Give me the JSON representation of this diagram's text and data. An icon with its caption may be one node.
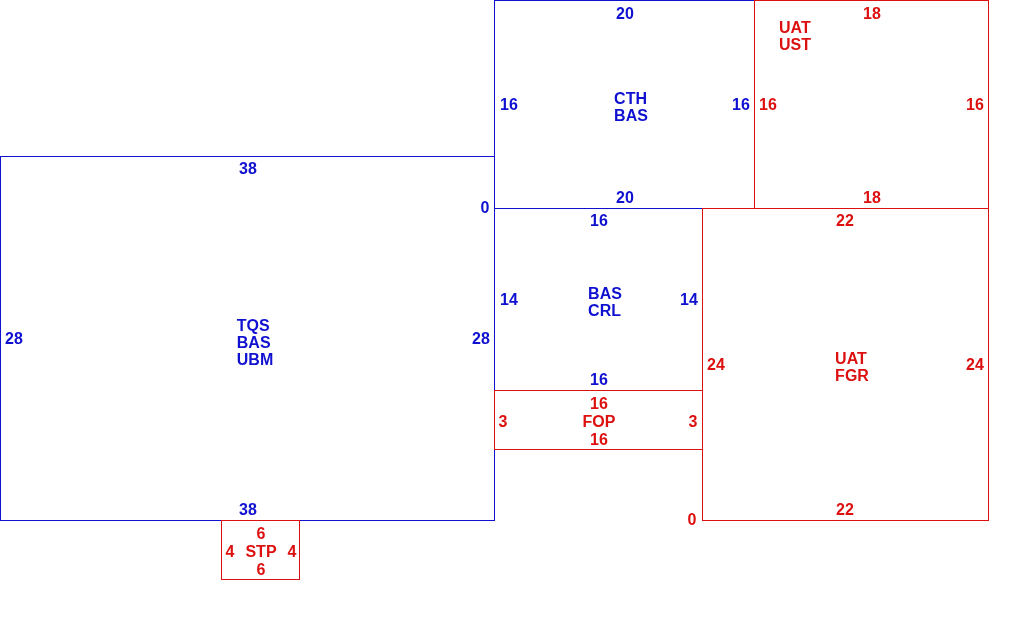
{
  "diagram": {
    "nodes": [
      {
        "text": [
          "38",
          "28",
          "TQS BAS UBM",
          "28",
          "38"
        ]
      },
      {
        "text": [
          "20",
          "16",
          "CTH BAS",
          "16",
          "20"
        ]
      },
      {
        "text": [
          "18",
          "UAT UST",
          "16",
          "16",
          "18"
        ]
      },
      {
        "text": [
          "16",
          "14",
          "BAS CRL",
          "14",
          "16"
        ]
      },
      {
        "text": [
          "16",
          "3",
          "FOP",
          "3",
          "16"
        ]
      },
      {
        "text": [
          "22",
          "24",
          "UAT FGR",
          "24",
          "22"
        ]
      },
      {
        "text": [
          "6",
          "4",
          "STP",
          "4",
          "6"
        ]
      }
    ],
    "labels": [
      "0",
      "0"
    ]
  }
}
